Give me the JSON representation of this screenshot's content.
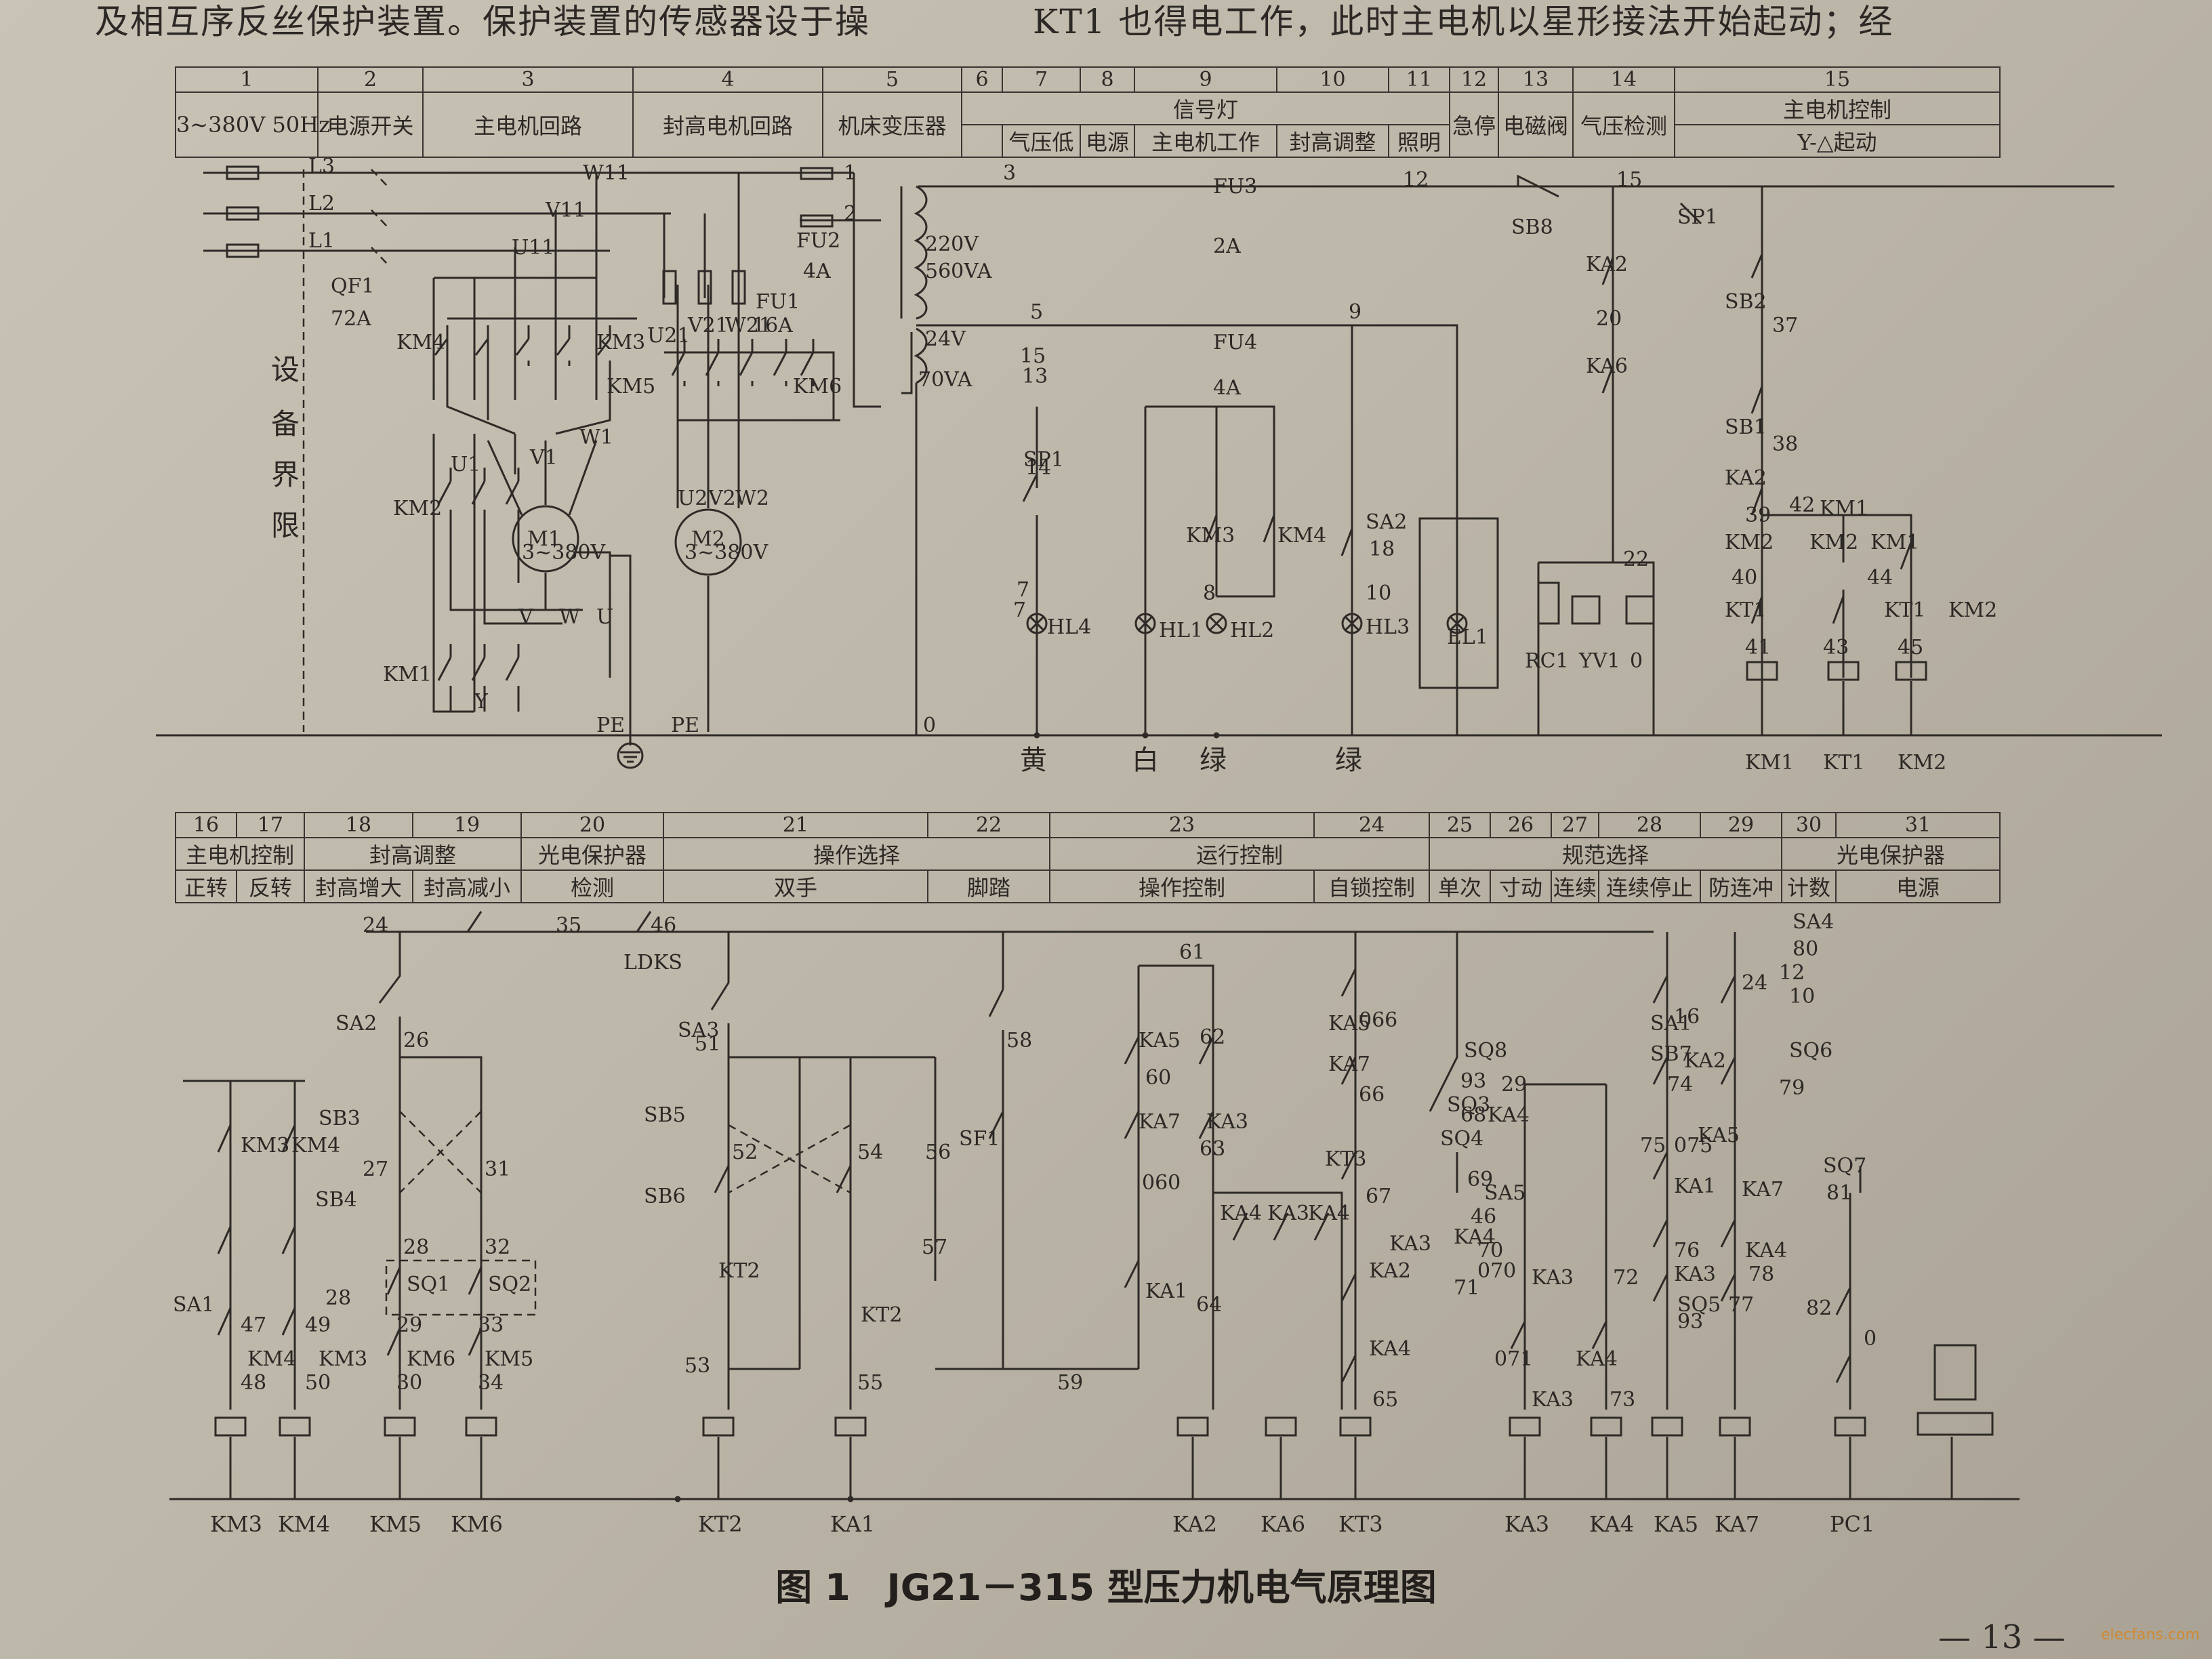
{
  "top_text": {
    "left": "及相互序反丝保护装置。保护装置的传感器设于操",
    "right": "KT1 也得电工作，此时主电机以星形接法开始起动；经"
  },
  "header_top": {
    "numbers": [
      "1",
      "2",
      "3",
      "4",
      "5",
      "6",
      "7",
      "8",
      "9",
      "10",
      "11",
      "12",
      "13",
      "14",
      "15"
    ],
    "group_label": "信号灯",
    "group15_label": "主电机控制",
    "labels": [
      "3~380V 50Hz",
      "电源开关",
      "主电机回路",
      "封高电机回路",
      "机床变压器",
      "",
      "气压低",
      "电源",
      "主电机工作",
      "封高调整",
      "照明",
      "急停",
      "电磁阀",
      "气压检测",
      "Y-△起动"
    ]
  },
  "header_bottom": {
    "numbers": [
      "16",
      "17",
      "18",
      "19",
      "20",
      "21",
      "22",
      "23",
      "24",
      "25",
      "26",
      "27",
      "28",
      "29",
      "30",
      "31"
    ],
    "groups": [
      "主电机控制",
      "封高调整",
      "光电保护器",
      "操作选择",
      "运行控制",
      "规范选择",
      "光电保护器"
    ],
    "labels": [
      "正转",
      "反转",
      "封高增大",
      "封高减小",
      "检测",
      "双手",
      "脚踏",
      "操作控制",
      "自锁控制",
      "单次",
      "寸动",
      "连续",
      "连续停止",
      "防连冲",
      "计数",
      "电源"
    ]
  },
  "diagram": {
    "boundary_label": [
      "设",
      "备",
      "界",
      "限"
    ],
    "power_labels": [
      "L3",
      "L2",
      "L1",
      "QF1",
      "72A",
      "W11",
      "V11",
      "U11",
      "U21",
      "V21",
      "W21",
      "FU1",
      "16A",
      "FU2",
      "4A",
      "1",
      "2",
      "220V",
      "560VA",
      "24V",
      "70VA",
      "3",
      "5",
      "9",
      "12",
      "15",
      "FU3",
      "2A",
      "FU4",
      "4A",
      "SB8",
      "SP1",
      "KA2",
      "KA6",
      "20",
      "SB2",
      "37",
      "SB1",
      "38",
      "KA2",
      "39",
      "KM1",
      "42",
      "KM2",
      "40",
      "KM2",
      "KM1",
      "44",
      "KT1",
      "KT1",
      "KM2",
      "41",
      "43",
      "45",
      "22",
      "RC1",
      "YV1",
      "0",
      "KM4",
      "KM3",
      "KM5",
      "KM6",
      "U1",
      "V1",
      "W1",
      "M1",
      "3~380V",
      "M2",
      "3~380V",
      "U2",
      "V2",
      "W2",
      "KM2",
      "V",
      "W",
      "U",
      "KM1",
      "Y",
      "PE",
      "PE",
      "0",
      "7",
      "13",
      "15",
      "14",
      "SP1",
      "HL4",
      "KM3",
      "KM4",
      "8",
      "HL1",
      "HL2",
      "SA2",
      "18",
      "10",
      "HL3",
      "EL1",
      "7"
    ],
    "bottom_rail_top_colors": [
      "黄",
      "白",
      "绿",
      "绿"
    ],
    "coil_labels_top": [
      "KM1",
      "KT1",
      "KM2"
    ],
    "lower_labels": [
      "24",
      "35",
      "46",
      "LDKS",
      "SA2",
      "26",
      "KM3",
      "KM4",
      "SB3",
      "27",
      "31",
      "SB4",
      "28",
      "32",
      "SQ1",
      "SQ2",
      "SA1",
      "28",
      "47",
      "49",
      "KM4",
      "KM3",
      "48",
      "50",
      "29",
      "33",
      "KM6",
      "KM5",
      "30",
      "34",
      "SA3",
      "51",
      "SB5",
      "52",
      "54",
      "56",
      "SB6",
      "KT2",
      "53",
      "KT2",
      "57",
      "55",
      "58",
      "SF1",
      "59",
      "61",
      "KA5",
      "62",
      "60",
      "KA7",
      "KA3",
      "63",
      "060",
      "KA4",
      "KA3",
      "KA4",
      "KA1",
      "64",
      "KA5",
      "066",
      "KA7",
      "66",
      "KT3",
      "67",
      "KA2",
      "KA4",
      "65",
      "SQ8",
      "93",
      "29",
      "SQ3",
      "68",
      "KA4",
      "SQ4",
      "69",
      "KA3",
      "46",
      "SA5",
      "70",
      "KA4",
      "070",
      "71",
      "KA3",
      "071",
      "KA3",
      "72",
      "KA4",
      "73",
      "SA1",
      "16",
      "SB7",
      "74",
      "KA2",
      "KA5",
      "75",
      "075",
      "KA1",
      "KA7",
      "76",
      "KA4",
      "KA3",
      "78",
      "SQ5",
      "77",
      "93",
      "24",
      "12",
      "10",
      "SQ6",
      "79",
      "SA4",
      "80",
      "SQ7",
      "81",
      "82",
      "0"
    ],
    "coil_labels_bottom": [
      "KM3",
      "KM4",
      "KM5",
      "KM6",
      "KT2",
      "KA1",
      "KA2",
      "KA6",
      "KT3",
      "KA3",
      "KA4",
      "KA5",
      "KA7",
      "PC1"
    ]
  },
  "caption": "图 1　JG21－315 型压力机电气原理图",
  "page_number": "13",
  "watermark": "elecfans.com"
}
